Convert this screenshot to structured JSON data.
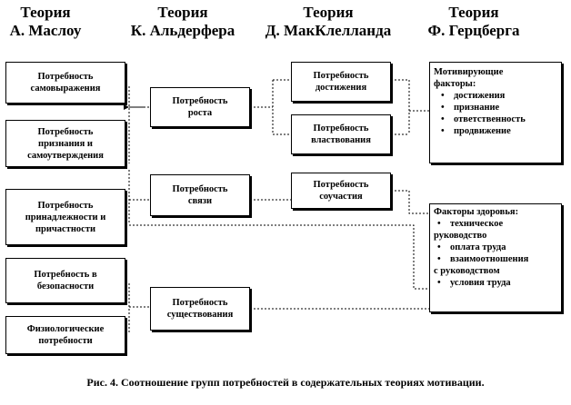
{
  "headers": [
    {
      "line1": "Теория",
      "line2": "А. Маслоу"
    },
    {
      "line1": "Теория",
      "line2": "К. Альдерфера"
    },
    {
      "line1": "Теория",
      "line2": "Д. МакКлелланда"
    },
    {
      "line1": "Теория",
      "line2": "Ф. Герцберга"
    }
  ],
  "maslow": [
    {
      "line1": "Потребность",
      "line2": "самовыражения"
    },
    {
      "line1": "Потребность",
      "line2": "признания и",
      "line3": "самоутверждения"
    },
    {
      "line1": "Потребность",
      "line2": "принадлежности  и",
      "line3": "причастности"
    },
    {
      "line1": "Потребность в",
      "line2": "безопасности"
    },
    {
      "line1": "Физиологические",
      "line2": "потребности"
    }
  ],
  "alderfer": [
    {
      "line1": "Потребность",
      "line2": "роста"
    },
    {
      "line1": "Потребность",
      "line2": "связи"
    },
    {
      "line1": "Потребность",
      "line2": "существования"
    }
  ],
  "mcclelland": [
    {
      "line1": "Потребность",
      "line2": "достижения"
    },
    {
      "line1": "Потребность",
      "line2": "властвования"
    },
    {
      "line1": "Потребность",
      "line2": "соучастия"
    }
  ],
  "herzberg": {
    "motivators": {
      "title1": "Мотивирующие",
      "title2": "факторы:",
      "items": [
        "достижения",
        "признание",
        "ответственность",
        "продвижение"
      ]
    },
    "hygiene": {
      "title": "Факторы здоровья:",
      "item1a": "техническое",
      "item1b": "руководство",
      "item2": "оплата труда",
      "item3a": "взаимоотношения",
      "item3b": "с руководством",
      "item4": "условия труда"
    }
  },
  "caption": "Рис. 4. Соотношение групп потребностей в содержательных теориях мотивации."
}
